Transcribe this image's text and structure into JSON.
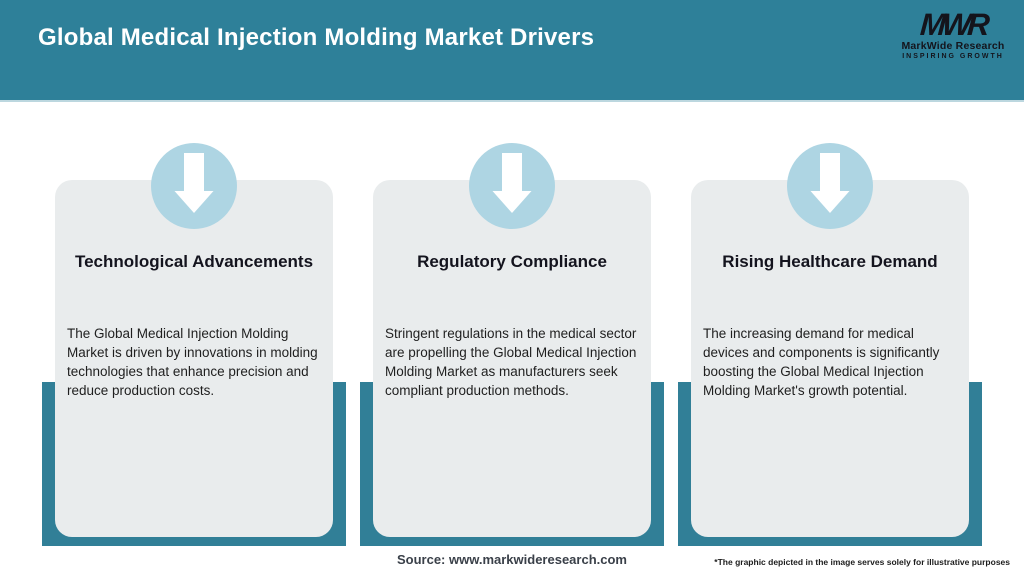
{
  "header": {
    "title": "Global Medical Injection Molding Market Drivers",
    "logo": {
      "monogram": "MWR",
      "name": "MarkWide Research",
      "tagline": "INSPIRING GROWTH"
    }
  },
  "cards": [
    {
      "icon": "down-arrow-icon",
      "title": "Technological Advancements",
      "body": "The Global Medical Injection Molding Market is driven by innovations in molding technologies that enhance precision and reduce production costs."
    },
    {
      "icon": "down-arrow-icon",
      "title": "Regulatory Compliance",
      "body": "Stringent regulations in the medical sector are propelling the Global Medical Injection Molding Market as manufacturers seek compliant production methods."
    },
    {
      "icon": "down-arrow-icon",
      "title": "Rising Healthcare Demand",
      "body": "The increasing demand for medical devices and components is significantly boosting the Global Medical Injection Molding Market's growth potential."
    }
  ],
  "footer": {
    "source": "Source: www.markwideresearch.com",
    "disclaimer": "*The graphic depicted in the image serves solely for illustrative purposes"
  },
  "colors": {
    "header_teal": "#2e8099",
    "frame_teal": "#317f97",
    "card_gray": "#e9eced",
    "circle_blue": "#aed5e3",
    "title_text": "#14141e"
  }
}
